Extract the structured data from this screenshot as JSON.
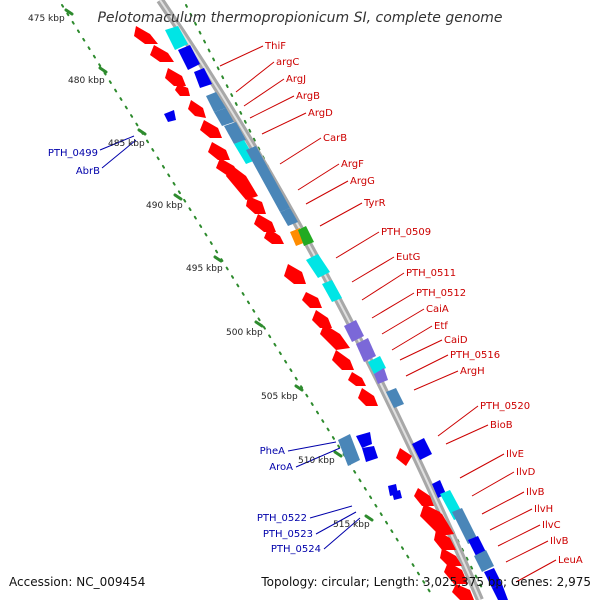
{
  "title": "Pelotomaculum thermopropionicum SI, complete genome",
  "accession_text": "Accession: NC_009454",
  "topology_text": "Topology: circular; Length: 3,025,375 bp; Genes: 2,975",
  "colors": {
    "forward_label": "#cc0000",
    "reverse_label": "#0000aa",
    "cds": "#ff0000",
    "cds_reverse": "#0000ee",
    "feature_steel": "#4a86b8",
    "feature_cyan": "#00e5e5",
    "feature_purple": "#7b68d8",
    "feature_orange": "#ff8c00",
    "feature_green": "#22aa22",
    "backbone": "#999999",
    "tick_dots": "#2e8b2e"
  },
  "scale_labels": [
    "475 kbp",
    "480 kbp",
    "485 kbp",
    "490 kbp",
    "495 kbp",
    "500 kbp",
    "505 kbp",
    "510 kbp",
    "515 kbp"
  ],
  "forward_labels": [
    "ThiF",
    "argC",
    "ArgJ",
    "ArgB",
    "ArgD",
    "CarB",
    "ArgF",
    "ArgG",
    "TyrR",
    "PTH_0509",
    "EutG",
    "PTH_0511",
    "PTH_0512",
    "CaiA",
    "Etf",
    "CaiD",
    "PTH_0516",
    "ArgH",
    "PTH_0520",
    "BioB",
    "IlvE",
    "IlvD",
    "IlvB",
    "IlvH",
    "IlvC",
    "IlvB",
    "LeuA"
  ],
  "reverse_labels": [
    "PTH_0499",
    "AbrB",
    "PheA",
    "AroA",
    "PTH_0522",
    "PTH_0523",
    "PTH_0524"
  ]
}
